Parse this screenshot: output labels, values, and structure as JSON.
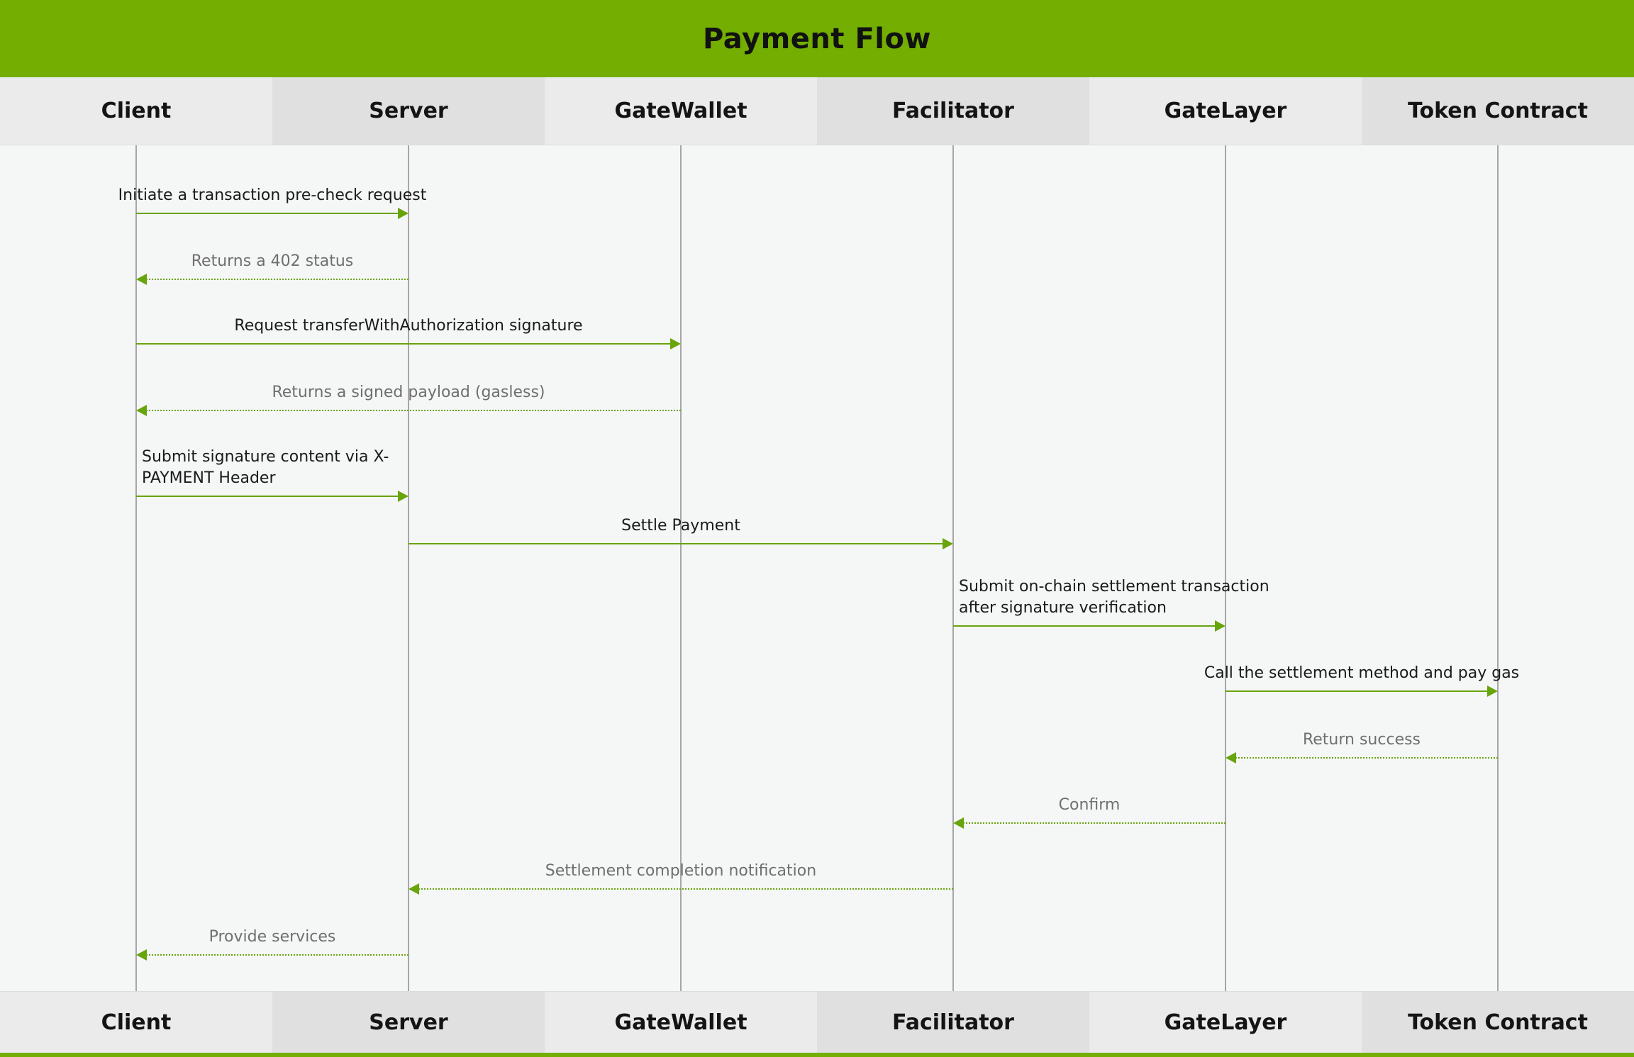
{
  "title": "Payment Flow",
  "participants": [
    "Client",
    "Server",
    "GateWallet",
    "Facilitator",
    "GateLayer",
    "Token Contract"
  ],
  "messages": [
    {
      "from": "Client",
      "to": "Server",
      "type": "solid",
      "lines": [
        "Initiate a transaction pre-check request"
      ]
    },
    {
      "from": "Server",
      "to": "Client",
      "type": "dotted",
      "lines": [
        "Returns a 402 status"
      ]
    },
    {
      "from": "Client",
      "to": "GateWallet",
      "type": "solid",
      "lines": [
        "Request transferWithAuthorization signature"
      ]
    },
    {
      "from": "GateWallet",
      "to": "Client",
      "type": "dotted",
      "lines": [
        "Returns a signed payload (gasless)"
      ]
    },
    {
      "from": "Client",
      "to": "Server",
      "type": "solid",
      "lines": [
        "Submit signature content via X-",
        "PAYMENT Header"
      ]
    },
    {
      "from": "Server",
      "to": "Facilitator",
      "type": "solid",
      "lines": [
        "Settle Payment"
      ]
    },
    {
      "from": "Facilitator",
      "to": "GateLayer",
      "type": "solid",
      "lines": [
        "Submit on-chain settlement transaction",
        "after signature verification"
      ]
    },
    {
      "from": "GateLayer",
      "to": "Token Contract",
      "type": "solid",
      "lines": [
        "Call the settlement method and pay gas"
      ]
    },
    {
      "from": "Token Contract",
      "to": "GateLayer",
      "type": "dotted",
      "lines": [
        "Return success"
      ]
    },
    {
      "from": "GateLayer",
      "to": "Facilitator",
      "type": "dotted",
      "lines": [
        "Confirm"
      ]
    },
    {
      "from": "Facilitator",
      "to": "Server",
      "type": "dotted",
      "lines": [
        "Settlement completion notification"
      ]
    },
    {
      "from": "Server",
      "to": "Client",
      "type": "dotted",
      "lines": [
        "Provide services"
      ]
    }
  ],
  "theme": {
    "header_green": "#73ae00",
    "arrow_green": "#68a40c",
    "cell_light": "#ebebeb",
    "cell_dark": "#e0e0e0",
    "solid_text": "#1a1a1a",
    "dotted_text": "#6f6f6f",
    "body_bg": "#f5f6f6",
    "lifeline": "#a6a6a6"
  }
}
